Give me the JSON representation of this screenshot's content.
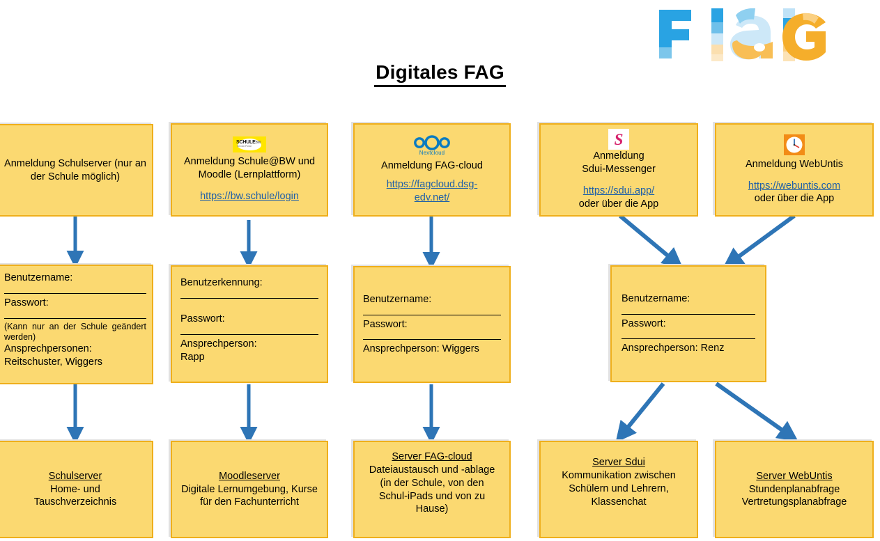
{
  "logo": {
    "alt": "FaG-logo",
    "letters": [
      "F",
      "a",
      "G"
    ],
    "colors": {
      "blue": "#29A3E3",
      "orange": "#F5AE2B"
    }
  },
  "title": {
    "text": "Digitales FAG"
  },
  "colors": {
    "box_fill": "#FBD971",
    "box_border": "#EFAF1B",
    "arrow": "#2E75B6",
    "link": "#1F5FA8"
  },
  "row_login": [
    {
      "icon": "none",
      "heading": "Anmeldung Schulserver (nur an der Schule möglich)",
      "link": ""
    },
    {
      "icon": "schule-bw-logo",
      "icon_text": "SCHULE",
      "icon_subtext": "BW",
      "heading": "Anmeldung Schule@BW und Moodle (Lernplattform)",
      "link": "https://bw.schule/login"
    },
    {
      "icon": "nextcloud-logo",
      "icon_label": "Nextcloud",
      "heading": "Anmeldung FAG-cloud",
      "link": "https://fagcloud.dsg-edv.net/"
    },
    {
      "icon": "sdui-logo",
      "icon_text": "S",
      "heading_line1": "Anmeldung",
      "heading_line2": "Sdui-Messenger",
      "link": "https://sdui.app/",
      "note": "oder über die App"
    },
    {
      "icon": "webuntis-clock-logo",
      "heading": "Anmeldung WebUntis",
      "link": "https://webuntis.com",
      "note": "oder über die App"
    }
  ],
  "row_credentials": [
    {
      "label_user": "Benutzername:",
      "label_pass": "Passwort:",
      "note": "(Kann nur an der Schule geändert werden)",
      "contact_label": "Ansprechpersonen:",
      "contact_value": "Reitschuster, Wiggers"
    },
    {
      "label_user": "Benutzerkennung:",
      "label_pass": "Passwort:",
      "contact_label": "Ansprechperson:",
      "contact_value": "Rapp"
    },
    {
      "label_user": "Benutzername:",
      "label_pass": "Passwort:",
      "contact_label": "Ansprechperson: Wiggers"
    },
    {
      "label_user": "Benutzername:",
      "label_pass": "Passwort:",
      "contact_label": "Ansprechperson: Renz"
    }
  ],
  "row_servers": [
    {
      "title": "Schulserver",
      "lines": [
        "Home- und",
        "Tauschverzeichnis"
      ]
    },
    {
      "title": "Moodleserver",
      "lines": [
        "Digitale Lernumgebung, Kurse",
        "für den Fachunterricht"
      ]
    },
    {
      "title": "Server FAG-cloud",
      "lines": [
        "Dateiaustausch und -ablage",
        "(in der Schule, von den",
        "Schul-iPads und von zu",
        "Hause)"
      ]
    },
    {
      "title": "Server Sdui",
      "lines": [
        "Kommunikation zwischen",
        "Schülern und Lehrern,",
        "Klassenchat"
      ]
    },
    {
      "title": "Server WebUntis",
      "lines": [
        "Stundenplanabfrage",
        "Vertretungsplanabfrage"
      ]
    }
  ]
}
